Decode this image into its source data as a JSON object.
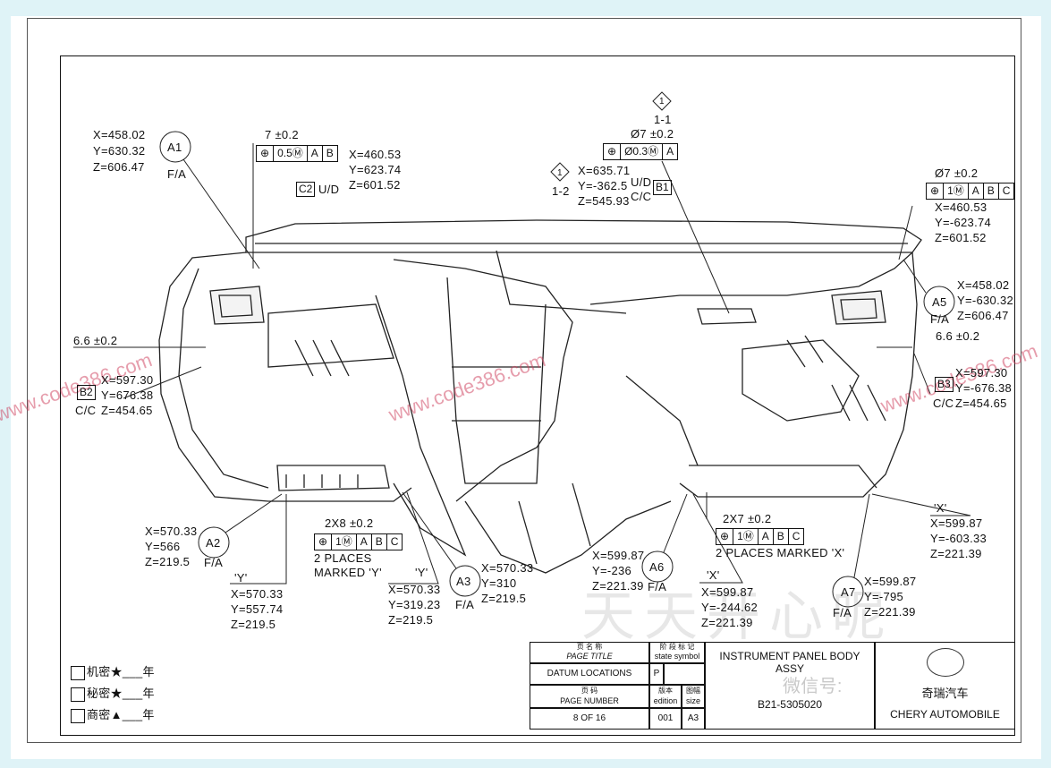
{
  "datums": {
    "a1": {
      "label": "A1",
      "x": "X=458.02",
      "y": "Y=630.32",
      "z": "Z=606.47",
      "note": "F/A"
    },
    "a2": {
      "label": "A2",
      "x": "X=570.33",
      "y": "Y=566",
      "z": "Z=219.5",
      "note": "F/A"
    },
    "a3": {
      "label": "A3",
      "x": "X=570.33",
      "y": "Y=310",
      "z": "Z=219.5",
      "note": "F/A"
    },
    "a5": {
      "label": "A5",
      "x": "X=458.02",
      "y": "Y=-630.32",
      "z": "Z=606.47",
      "note": "F/A"
    },
    "a6": {
      "label": "A6",
      "x": "X=599.87",
      "y": "Y=-236",
      "z": "Z=221.39",
      "note": "F/A"
    },
    "a7": {
      "label": "A7",
      "x": "X=599.87",
      "y": "Y=-795",
      "z": "Z=221.39",
      "note": "F/A"
    },
    "b1": {
      "label": "B1",
      "x": "X=635.71",
      "y": "Y=-362.5",
      "z": "Z=545.93",
      "note1": "U/D",
      "note2": "C/C",
      "seq": "1-2",
      "diamond": "1"
    },
    "b2": {
      "label": "B2",
      "x": "X=597.30",
      "y": "Y=676.38",
      "z": "Z=454.65",
      "note": "C/C"
    },
    "b3": {
      "label": "B3",
      "x": "X=597.30",
      "y": "Y=-676.38",
      "z": "Z=454.65",
      "note": "C/C"
    },
    "c2": {
      "label": "C2",
      "x": "X=460.53",
      "y": "Y=623.74",
      "z": "Z=601.52",
      "note": "U/D"
    },
    "c_right": {
      "x": "X=460.53",
      "y": "Y=-623.74",
      "z": "Z=601.52"
    },
    "y1": {
      "tag": "'Y'",
      "x": "X=570.33",
      "y": "Y=557.74",
      "z": "Z=219.5"
    },
    "y2": {
      "tag": "'Y'",
      "x": "X=570.33",
      "y": "Y=319.23",
      "z": "Z=219.5"
    },
    "x1": {
      "tag": "'X'",
      "x": "X=599.87",
      "y": "Y=-244.62",
      "z": "Z=221.39"
    },
    "x2": {
      "tag": "'X'",
      "x": "X=599.87",
      "y": "Y=-603.33",
      "z": "Z=221.39"
    }
  },
  "tolerances": {
    "c2_dim": "7 ±0.2",
    "c2_fcf": [
      "⊕",
      "0.5Ⓜ",
      "A",
      "B"
    ],
    "b1_seq": "1-1",
    "b1_dim": "Ø7 ±0.2",
    "b1_fcf": [
      "⊕",
      "Ø0.3Ⓜ",
      "A"
    ],
    "right_dim": "Ø7 ±0.2",
    "right_fcf": [
      "⊕",
      "1Ⓜ",
      "A",
      "B",
      "C"
    ],
    "b2_dim": "6.6 ±0.2",
    "b3_dim": "6.6 ±0.2",
    "y_dim": "2X8 ±0.2",
    "y_fcf": [
      "⊕",
      "1Ⓜ",
      "A",
      "B",
      "C"
    ],
    "y_note1": "2 PLACES",
    "y_note2": "MARKED 'Y'",
    "x_dim": "2X7 ±0.2",
    "x_fcf": [
      "⊕",
      "1Ⓜ",
      "A",
      "B",
      "C"
    ],
    "x_note": "2 PLACES MARKED 'X'"
  },
  "title_block": {
    "page_title_cn": "页 名 称",
    "page_title": "PAGE TITLE",
    "state_cn": "阶 段 标 记",
    "state": "state symbol",
    "title_value": "DATUM LOCATIONS",
    "state_value": "P",
    "page_number_cn": "页 码",
    "page_number": "PAGE NUMBER",
    "edition_cn": "版本",
    "edition": "edition",
    "size_cn": "图幅",
    "size": "size",
    "page_value": "8   OF 16",
    "edition_value": "001",
    "size_value": "A3",
    "part_name_1": "INSTRUMENT PANEL BODY",
    "part_name_2": "ASSY",
    "part_number": "B21-5305020",
    "company": "CHERY AUTOMOBILE",
    "company_cn": "奇瑞汽车"
  },
  "classification": [
    {
      "label": "机密★___年"
    },
    {
      "label": "秘密★___年"
    },
    {
      "label": "商密▲___年"
    }
  ],
  "watermarks": {
    "site": "www.code386.com",
    "cn": "天天开心呢",
    "wechat": "微信号:"
  }
}
